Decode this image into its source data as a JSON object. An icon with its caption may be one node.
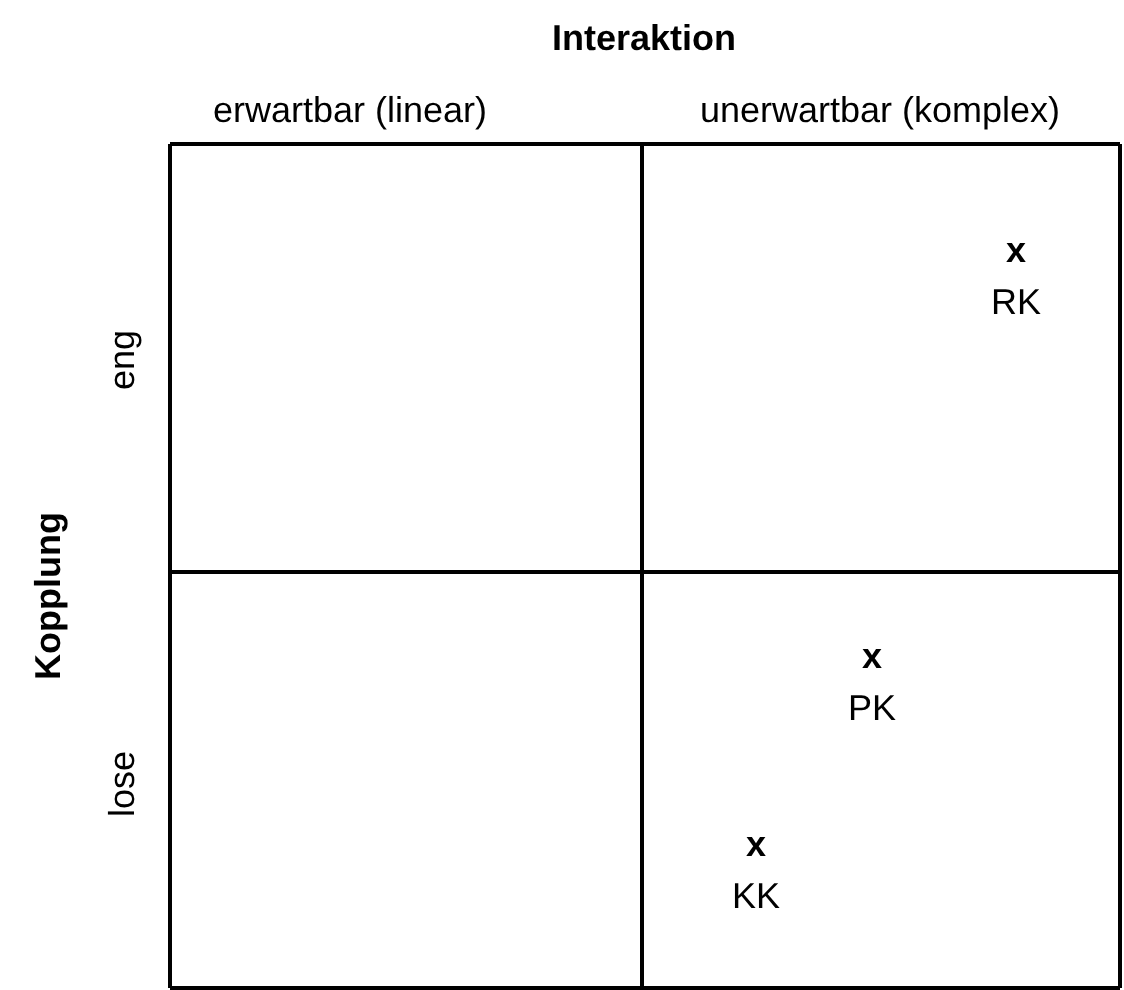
{
  "diagram": {
    "labels": [
      "Interaktion",
      "erwartbar (linear)",
      "unerwartbar (komplex)",
      "Kopplung",
      "eng",
      "lose",
      "x",
      "RK",
      "x",
      "PK",
      "x",
      "KK"
    ]
  }
}
